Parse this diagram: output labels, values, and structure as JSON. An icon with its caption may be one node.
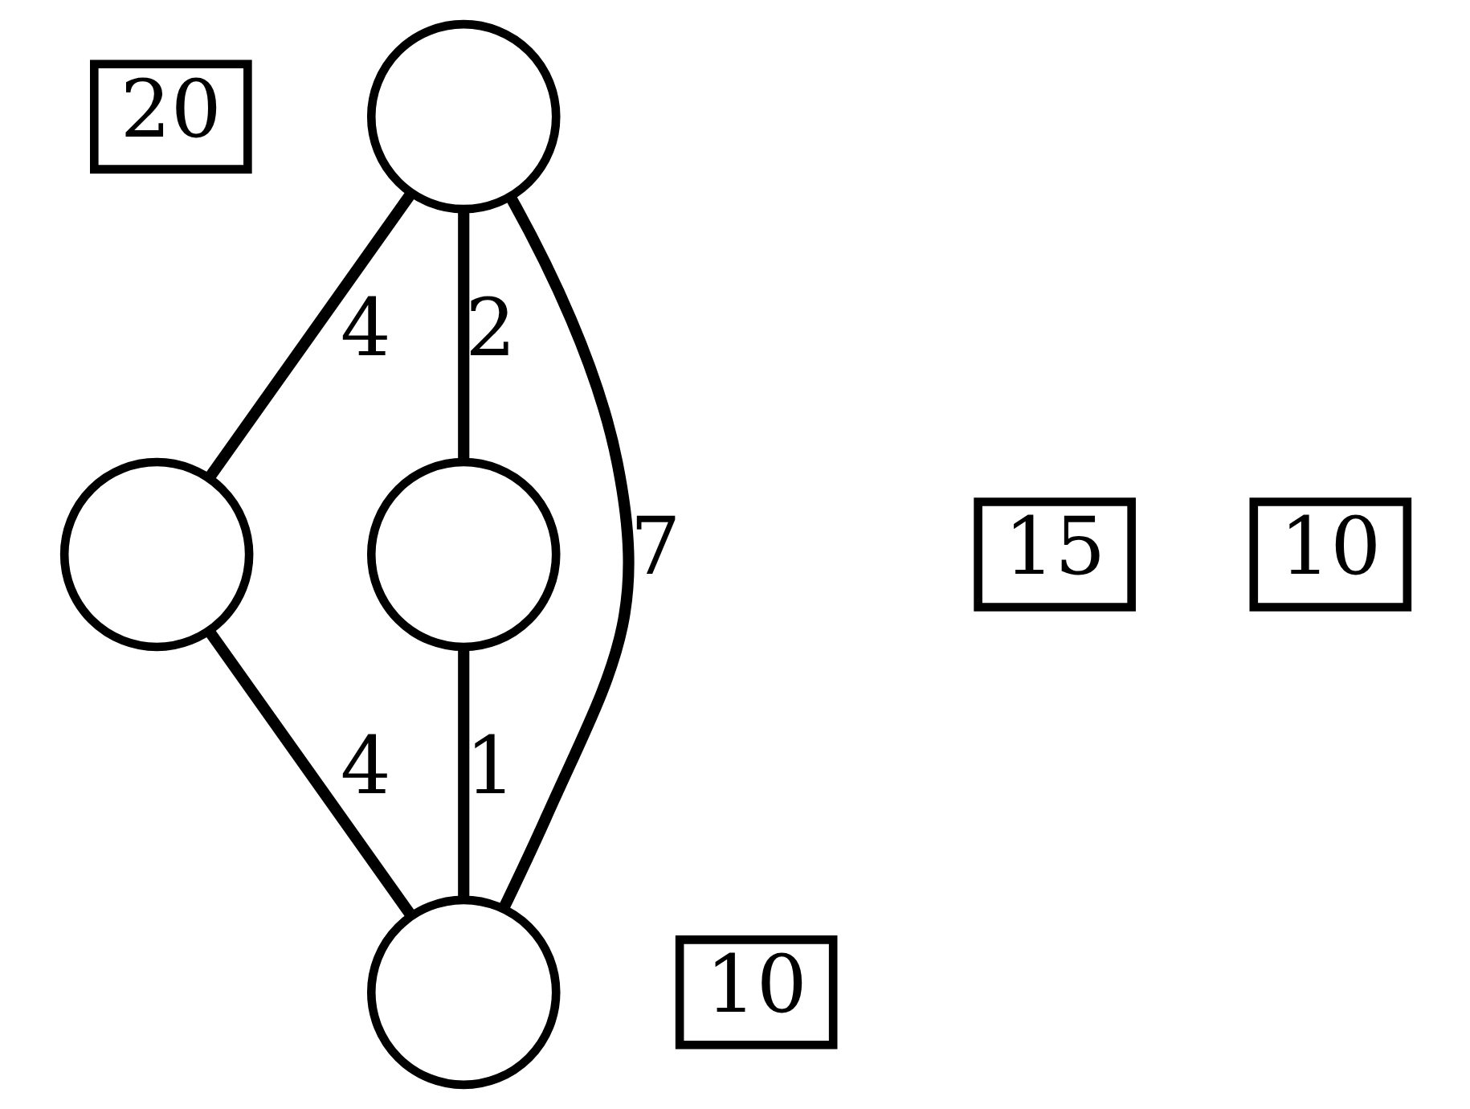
{
  "diagram": {
    "nodes": [
      {
        "text": [
          "20"
        ]
      },
      {
        "text": [],
        "shape": "circle"
      },
      {
        "text": [],
        "shape": "circle"
      },
      {
        "text": [
          "15"
        ]
      },
      {
        "text": [],
        "shape": "circle"
      },
      {
        "text": [
          "10"
        ]
      },
      {
        "text": [],
        "shape": "circle"
      },
      {
        "text": [
          "10"
        ]
      }
    ],
    "edges": [
      {
        "from": 1,
        "to": 6,
        "arrow": "none",
        "label": "7"
      },
      {
        "from": 1,
        "to": 2,
        "arrow": "none",
        "label": "4"
      },
      {
        "from": 1,
        "to": 4,
        "arrow": "none",
        "label": "2"
      },
      {
        "from": 2,
        "to": 6,
        "arrow": "none",
        "label": "4"
      },
      {
        "from": 4,
        "to": 6,
        "arrow": "none",
        "label": "1"
      }
    ]
  }
}
